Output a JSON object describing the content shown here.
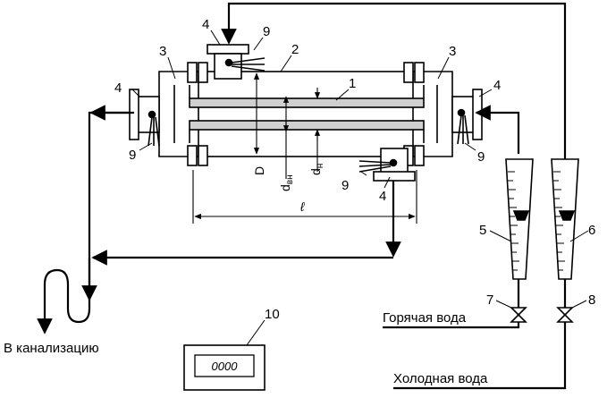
{
  "labels": {
    "pipe_inner": "1",
    "pipe_outer": "2",
    "head_left": "3",
    "head_right": "3",
    "fitting_top": "4",
    "fitting_left": "4",
    "fitting_right": "4",
    "fitting_bottom": "4",
    "flowmeter_hot": "5",
    "flowmeter_cold": "6",
    "valve_hot": "7",
    "valve_cold": "8",
    "thermo_top": "9",
    "thermo_left": "9",
    "thermo_right": "9",
    "thermo_bottom": "9",
    "meter": "10"
  },
  "dimensions": {
    "outer_diameter": "D",
    "inner_diameter_base": "d",
    "inner_diameter_sub": "вн",
    "outer_pipe_diameter_base": "d",
    "outer_pipe_diameter_sub": "н",
    "length": "ℓ"
  },
  "texts": {
    "hot_water": "Горячая вода",
    "cold_water": "Холодная вода",
    "drain": "В канализацию"
  },
  "meter_display": "0000"
}
